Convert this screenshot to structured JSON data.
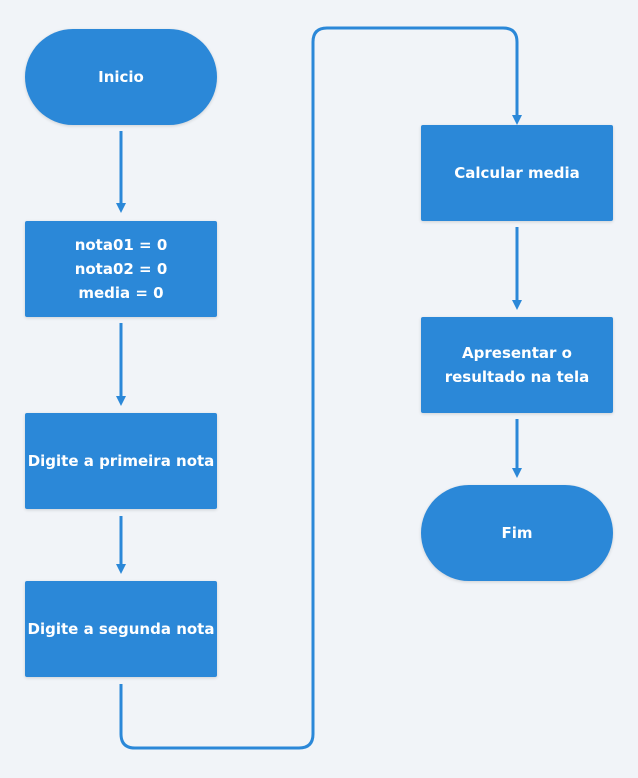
{
  "nodes": {
    "start": "Inicio",
    "init_vars": "nota01 = 0\nnota02 = 0\nmedia = 0",
    "input_first": "Digite a primeira nota",
    "input_second": "Digite a segunda nota",
    "calc_media": "Calcular media",
    "show_result": "Apresentar o\nresultado na tela",
    "end": "Fim"
  },
  "colors": {
    "node_fill": "#2b88d8",
    "connector": "#2b88d8",
    "background": "#f1f4f8",
    "text": "#ffffff"
  }
}
